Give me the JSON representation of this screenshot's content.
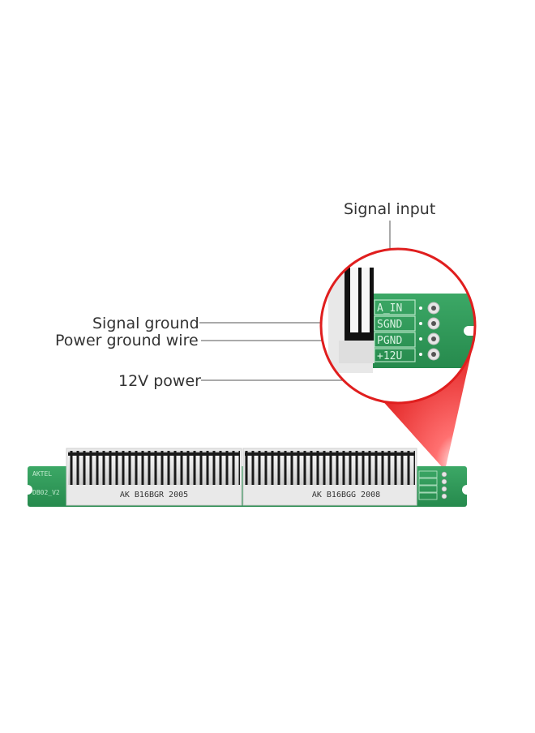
{
  "callouts": {
    "signal_input": "Signal input",
    "signal_ground": "Signal ground",
    "power_ground_wire": "Power ground wire",
    "power_12v": "12V power"
  },
  "board": {
    "pins": [
      "A_IN",
      "SGND",
      "PGND",
      "+12U"
    ],
    "left_display_part": "AK B16BGR 2005",
    "right_display_part": "AK B16BGG 2008",
    "silk_brand": "AKTEL",
    "silk_version": "DB02_V2"
  },
  "colors": {
    "pcb_green": "#2f9a5a",
    "highlight_red": "#e01e1e",
    "label_text": "#333333"
  }
}
